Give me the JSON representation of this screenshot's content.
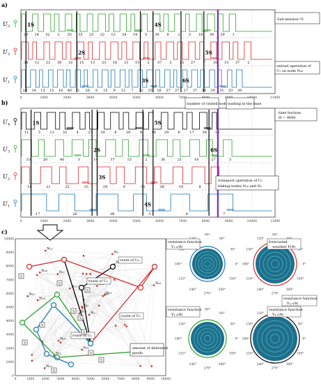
{
  "panels": {
    "a": "a)",
    "b": "b)",
    "c": "c)"
  },
  "panel_a": {
    "rows": [
      {
        "label": "U",
        "sub": "3",
        "color": "#2ca02c",
        "values": [
          "29",
          "24",
          "32",
          "2",
          "35",
          "35",
          "23",
          "22",
          "13",
          "24",
          "14",
          "5",
          "30",
          "8",
          "2",
          "3",
          "18",
          "39",
          "29",
          "1"
        ]
      },
      {
        "label": "U",
        "sub": "2",
        "color": "#d62728",
        "values": [
          "34",
          "12",
          "22",
          "36",
          "32",
          "15",
          "13",
          "23",
          "16",
          "23",
          "15",
          "2",
          "37",
          "2",
          "25",
          "27",
          "7",
          "35",
          "15",
          "37",
          "2"
        ]
      },
      {
        "label": "U",
        "sub": "1",
        "color": "#1f77b4",
        "values": [
          "28",
          "14",
          "13",
          "15",
          "18",
          "40",
          "1",
          "26",
          "8",
          "15",
          "9",
          "12",
          "7",
          "32",
          "25",
          "16",
          "37",
          "27",
          "17",
          "37",
          "39",
          "29",
          "31",
          "33",
          "39"
        ]
      }
    ],
    "s_marks": [
      "1S",
      "2S",
      "3S",
      "4S",
      "5S",
      "6S"
    ],
    "x_ticks": [
      "0",
      "1000",
      "2000",
      "3000",
      "4000",
      "5000",
      "6000",
      "7000",
      "8000",
      "9000",
      "10000",
      "11000"
    ],
    "annotations": {
      "submission": "Sub-mission ⁶S",
      "unload": "unload operation of",
      "unload2": "U₁ on node N₃₉"
    }
  },
  "panel_b": {
    "rows": [
      {
        "label": "U",
        "sub": "4",
        "color": "#000000",
        "values": [
          "11",
          "5",
          "12",
          "32",
          "4",
          "27",
          "30",
          "8",
          "20",
          "4",
          "18",
          "29",
          "6",
          "17",
          "38",
          "16"
        ]
      },
      {
        "label": "U",
        "sub": "3",
        "color": "#2ca02c",
        "values": [
          "33",
          "20",
          "40",
          "3",
          "14",
          "37",
          "15",
          "2",
          "36",
          "21",
          "10",
          "27",
          "3"
        ]
      },
      {
        "label": "U",
        "sub": "2",
        "color": "#d62728",
        "values": [
          "31",
          "21",
          "22",
          "25",
          "29",
          "8",
          "31",
          "38",
          "19",
          "8",
          "18"
        ]
      },
      {
        "label": "U",
        "sub": "1",
        "color": "#1f77b4",
        "values": [
          "17",
          "26",
          "28",
          "3",
          "9",
          "7"
        ]
      }
    ],
    "s_marks": [
      "1S",
      "2S",
      "3S",
      "4S",
      "5S",
      "6S"
    ],
    "x_ticks": [
      "0",
      "1000",
      "2000",
      "3000",
      "4000",
      "5000",
      "6000",
      "7000",
      "8000",
      "9000",
      "10000",
      "11000"
    ],
    "annotations": {
      "visited": "number of visited node",
      "waiting": "waiting in the base",
      "horizon1": "time horizon",
      "horizon2": "H = 9000",
      "transport1": "transport operation of U₁",
      "transport2": "linking nodes N₁₈ and N₁"
    }
  },
  "panel_c": {
    "x_ticks": [
      "0",
      "1000",
      "2000",
      "3000",
      "4000",
      "5000",
      "6000",
      "7000",
      "8000",
      "9000",
      "10000"
    ],
    "y_ticks": [
      "0",
      "1000",
      "2000",
      "3000",
      "4000",
      "5000",
      "6000",
      "7000",
      "8000",
      "9000",
      "10000"
    ],
    "node_labels": [
      "N₁",
      "N₃",
      "N₅",
      "N₉",
      "N₁₁",
      "N₁₃",
      "N₁₄",
      "N₁₇",
      "N₁₉",
      "N₂₁",
      "N₂₃",
      "N₂₅",
      "N₂₇",
      "N₂₉",
      "N₃₁",
      "N₃₃",
      "N₃₅",
      "N₃₇",
      "N₃₉",
      "N₄₀"
    ],
    "route_labels": [
      "route of U₄",
      "route of U₂",
      "route of U₃",
      "route of U₁"
    ],
    "delivered": [
      "amount of delivered",
      "goods"
    ],
    "amounts": [
      "5",
      "5",
      "5",
      "5",
      "5",
      "5",
      "5",
      "5",
      "5",
      "5",
      "5"
    ],
    "polar": [
      {
        "title1": "resistance function",
        "title2": "Y₁,₁(ϑ)",
        "ring": "#1f77b4"
      },
      {
        "title1": "forecasted",
        "title2": "weather F(ϑ)",
        "ring": "#d62728"
      },
      {
        "title1": "resistance function",
        "title2": "Y₃,₁(ϑ)",
        "ring": "#2ca02c"
      },
      {
        "title1": "resistance function",
        "title2": "Y₄,₁(ϑ)",
        "ring": "#000000"
      }
    ],
    "polar_extra": {
      "res2_1": "resistance function",
      "res2_2": "Y₂,₁(ϑ)"
    },
    "polar_angles": [
      "90°",
      "120°",
      "60°",
      "150°",
      "30°",
      "180°",
      "0°",
      "210°",
      "330°",
      "240°",
      "300°",
      "270°"
    ]
  },
  "colors": {
    "green": "#2ca02c",
    "red": "#d62728",
    "blue": "#1f77b4",
    "black": "#000000",
    "purple": "#7b2cbf"
  }
}
